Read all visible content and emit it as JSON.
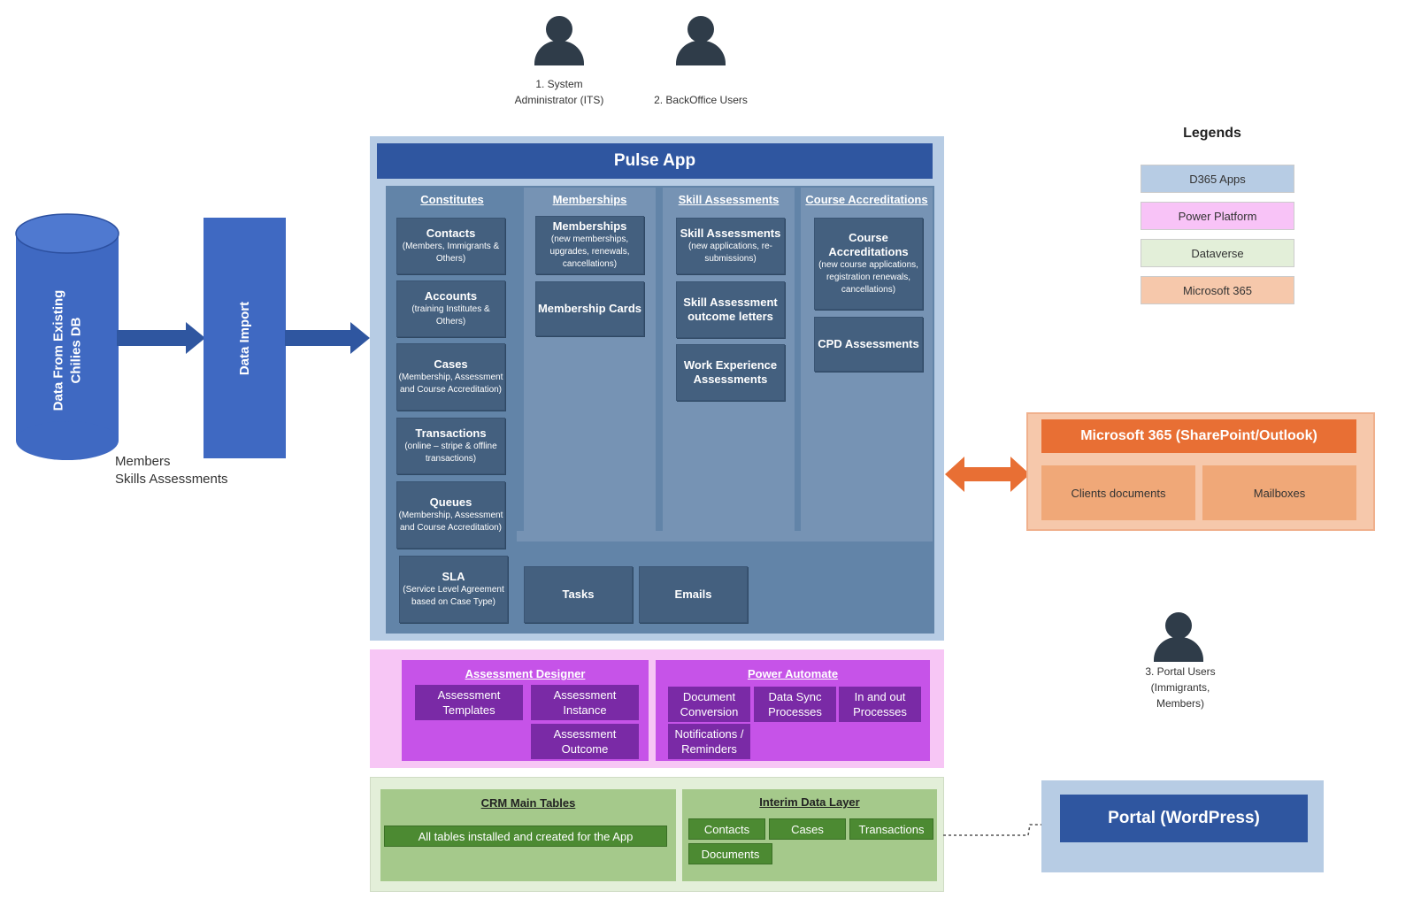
{
  "users": {
    "admin": {
      "line1": "1. System",
      "line2": "Administrator (ITS)"
    },
    "backoffice": {
      "label": "2. BackOffice Users"
    },
    "portal": {
      "line1": "3. Portal Users",
      "line2": "(Immigrants,",
      "line3": "Members)"
    }
  },
  "source": {
    "db_line1": "Data From Existing",
    "db_line2": "Chilies DB",
    "import_label": "Data Import",
    "caption_line1": "Members",
    "caption_line2": "Skills Assessments"
  },
  "pulse": {
    "title": "Pulse App",
    "constitutes": {
      "head": "Constitutes",
      "items": [
        {
          "title": "Contacts",
          "sub": "(Members, Immigrants & Others)"
        },
        {
          "title": "Accounts",
          "sub": "(training Institutes & Others)"
        },
        {
          "title": "Cases",
          "sub": "(Membership, Assessment and Course Accreditation)"
        },
        {
          "title": "Transactions",
          "sub": "(online – stripe & offline transactions)"
        },
        {
          "title": "Queues",
          "sub": "(Membership, Assessment and Course Accreditation)"
        },
        {
          "title": "SLA",
          "sub": "(Service Level Agreement based on Case Type)"
        }
      ]
    },
    "memberships": {
      "head": "Memberships",
      "items": [
        {
          "title": "Memberships",
          "sub": "(new memberships, upgrades, renewals, cancellations)"
        },
        {
          "title": "Membership Cards",
          "sub": ""
        }
      ]
    },
    "skills": {
      "head": "Skill Assessments",
      "items": [
        {
          "title": "Skill Assessments",
          "sub": "(new applications, re-submissions)"
        },
        {
          "title": "Skill Assessment outcome letters",
          "sub": ""
        },
        {
          "title": "Work Experience Assessments",
          "sub": ""
        }
      ]
    },
    "courses": {
      "head": "Course Accreditations",
      "items": [
        {
          "title": "Course Accreditations",
          "sub": "(new course applications, registration renewals, cancellations)"
        },
        {
          "title": "CPD Assessments",
          "sub": ""
        }
      ]
    },
    "tasks": "Tasks",
    "emails": "Emails"
  },
  "power_platform": {
    "assessment_designer": {
      "head": "Assessment Designer",
      "templates": "Assessment Templates",
      "instance": "Assessment Instance",
      "outcome": "Assessment Outcome"
    },
    "power_automate": {
      "head": "Power Automate",
      "doc_conversion": "Document Conversion",
      "data_sync": "Data Sync Processes",
      "in_out": "In and out Processes",
      "notifications": "Notifications / Reminders"
    }
  },
  "dataverse": {
    "crm_head": "CRM Main Tables",
    "crm_box": "All tables installed and created for the App",
    "interim_head": "Interim Data Layer",
    "contacts": "Contacts",
    "cases": "Cases",
    "transactions": "Transactions",
    "documents": "Documents"
  },
  "m365": {
    "title": "Microsoft 365 (SharePoint/Outlook)",
    "clients_docs": "Clients documents",
    "mailboxes": "Mailboxes"
  },
  "portal": {
    "title": "Portal (WordPress)"
  },
  "legends": {
    "title": "Legends",
    "items": [
      {
        "label": "D365 Apps",
        "color": "#b7cce4"
      },
      {
        "label": "Power Platform",
        "color": "#f8c3f7"
      },
      {
        "label": "Dataverse",
        "color": "#e3efd9"
      },
      {
        "label": "Microsoft 365",
        "color": "#f6c8ab"
      }
    ]
  },
  "colors": {
    "d365": "#b7cce4",
    "pulse_title": "#2f56a0",
    "power_platform": "#c653e8",
    "dataverse": "#a5c98b",
    "m365_accent": "#e86f34",
    "arrow_blue": "#2f56a0"
  }
}
